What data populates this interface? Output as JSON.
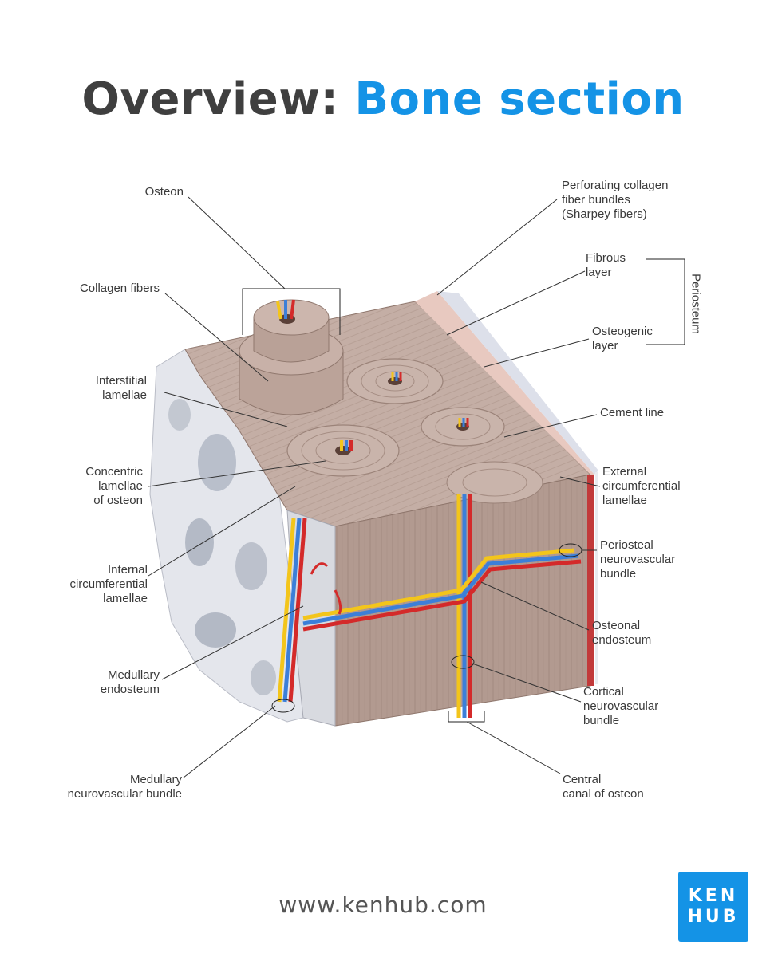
{
  "title": {
    "prefix": "Overview:",
    "highlight": "Bone section"
  },
  "labels": {
    "osteon": [
      "Osteon"
    ],
    "collagen_fibers": [
      "Collagen fibers"
    ],
    "interstitial_lamellae": [
      "Interstitial",
      "lamellae"
    ],
    "concentric_lamellae": [
      "Concentric",
      "lamellae",
      "of osteon"
    ],
    "internal_circumferential": [
      "Internal",
      "circumferential",
      "lamellae"
    ],
    "medullary_endosteum": [
      "Medullary",
      "endosteum"
    ],
    "medullary_nv_bundle": [
      "Medullary",
      "neurovascular bundle"
    ],
    "sharpey_fibers": [
      "Perforating collagen",
      "fiber bundles",
      "(Sharpey fibers)"
    ],
    "fibrous_layer": [
      "Fibrous",
      "layer"
    ],
    "osteogenic_layer": [
      "Osteogenic",
      "layer"
    ],
    "periosteum": "Periosteum",
    "cement_line": [
      "Cement line"
    ],
    "external_circumferential": [
      "External",
      "circumferential",
      "lamellae"
    ],
    "periosteal_nv_bundle": [
      "Periosteal",
      "neurovascular",
      "bundle"
    ],
    "osteonal_endosteum": [
      "Osteonal",
      "endosteum"
    ],
    "cortical_nv_bundle": [
      "Cortical",
      "neurovascular",
      "bundle"
    ],
    "central_canal": [
      "Central",
      "canal of osteon"
    ]
  },
  "footer": {
    "url": "www.kenhub.com"
  },
  "logo": {
    "line1": "KEN",
    "line2": "HUB"
  },
  "colors": {
    "brand_blue": "#1493e6",
    "bone_top": "#c2aca3",
    "bone_side": "#b39c92",
    "spongy": "#e6e7ec",
    "artery": "#d42a2a",
    "vein": "#3c7fd8",
    "nerve": "#f3c51b"
  }
}
